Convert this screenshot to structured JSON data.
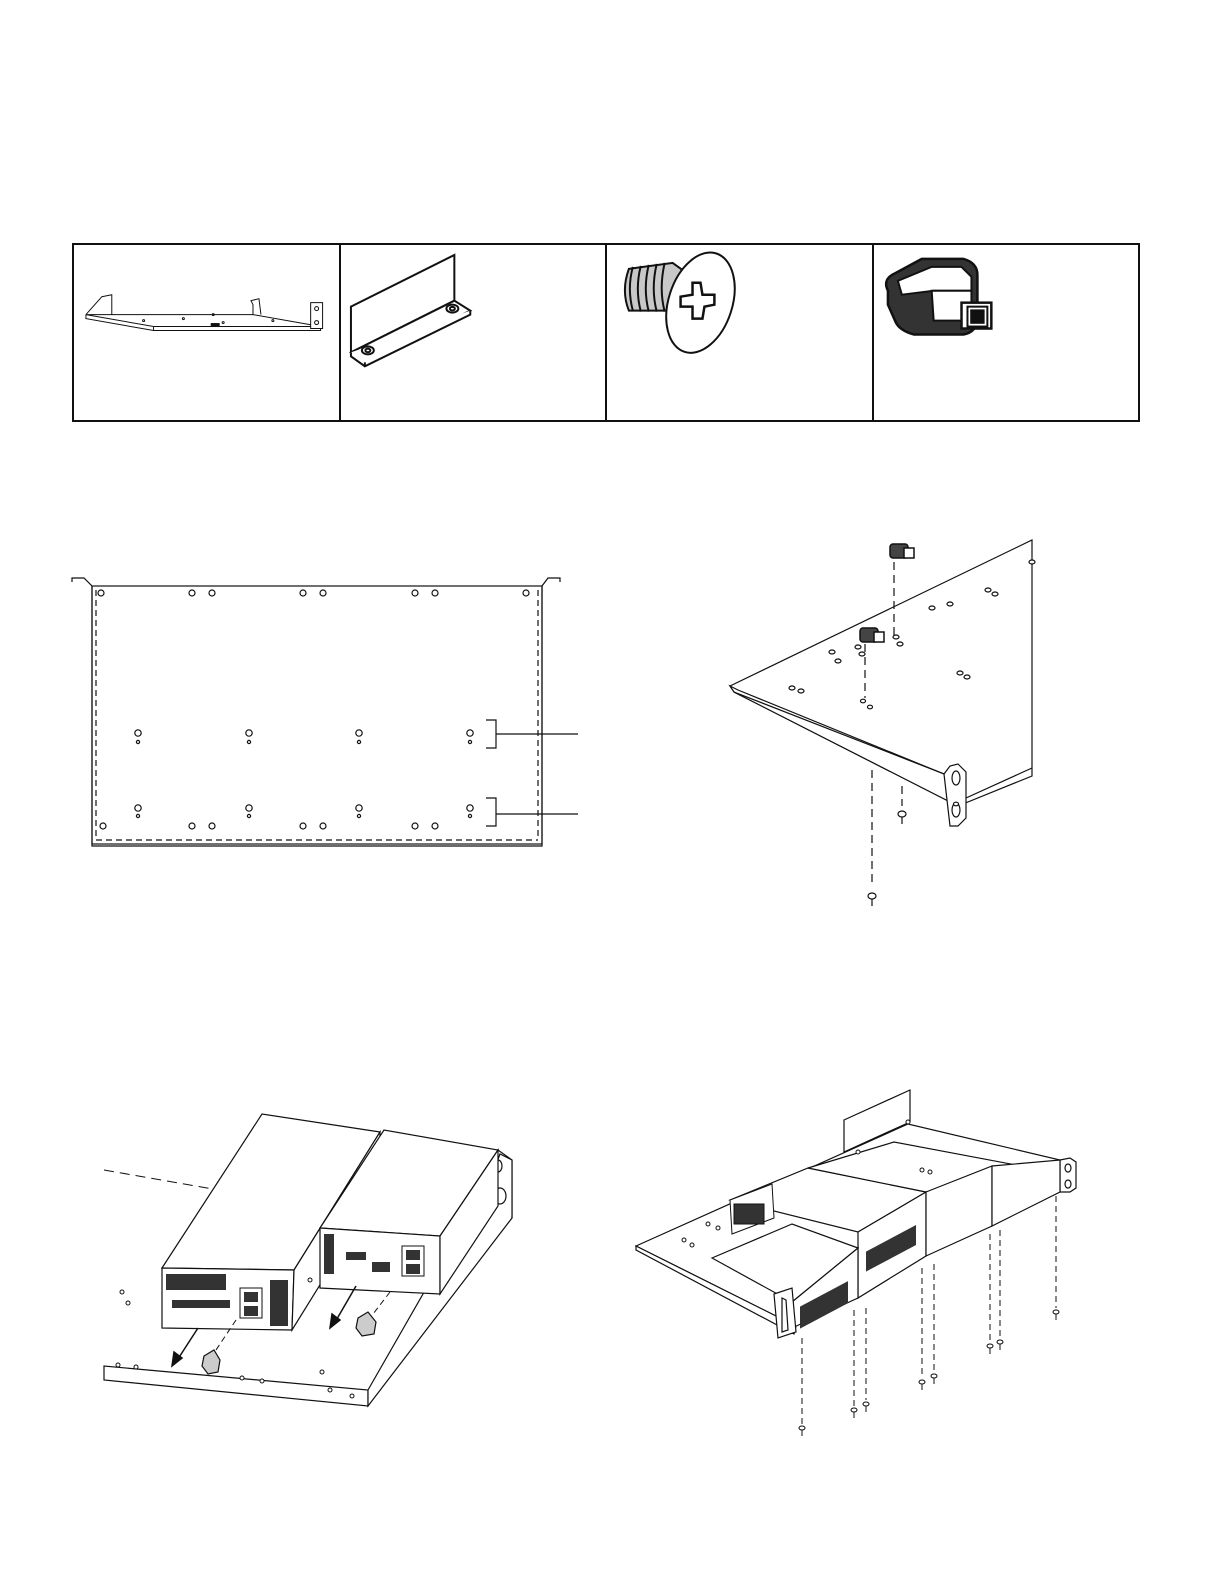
{
  "parts": [
    {
      "icon": "rack-shelf-icon"
    },
    {
      "icon": "bracket-icon"
    },
    {
      "icon": "screw-icon"
    },
    {
      "icon": "foot-clip-icon"
    }
  ],
  "figures": [
    {
      "icon": "shelf-top-view-diagram"
    },
    {
      "icon": "clip-install-diagram"
    },
    {
      "icon": "devices-placement-diagram"
    },
    {
      "icon": "rack-assembly-diagram"
    }
  ],
  "colors": {
    "line": "#111111",
    "fill": "#ffffff",
    "shade": "#d8d8d8"
  }
}
